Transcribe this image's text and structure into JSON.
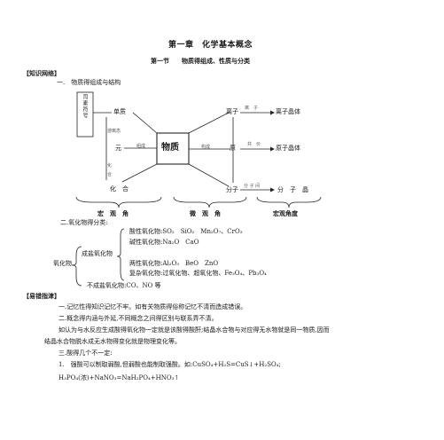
{
  "title": "第一章　化学基本概念",
  "section": "第一节　　物质得组成、性质与分类",
  "knowledge_header": "【知识网络】",
  "part1": "一.　物质得组成与结构",
  "diagram": {
    "left_box": "司素符号",
    "center_box": "物质",
    "element": "单质",
    "yuan": "元",
    "compound": "化　合",
    "ion": "离子",
    "atom": "原",
    "molecule": "分子",
    "ionic_crystal": "离子晶体",
    "atomic_crystal": "原子晶体",
    "molecular_crystal": "分　子　晶",
    "lbl_free": "游离态",
    "lbl_compose": "组成",
    "lbl_hua": "化",
    "lbl_he": "合",
    "lbl_construct": "构成",
    "lbl_lizi": "离　子",
    "lbl_gongjia": "共　价",
    "lbl_fenzijian": "分 子 间",
    "brace_left": "宏　观　角",
    "brace_mid": "微　观　角",
    "brace_right": "宏观角度"
  },
  "part2": "二.氧化物得分类:",
  "oxides": {
    "root": "氧化物",
    "salt_forming": "成盐氧化物",
    "acidic": "酸性氧化物:SO₂　SiO₂　Mn₂O₇、CrO₃",
    "basic": "碱性氧化物:Na₂O　CaO",
    "amphoteric": "两性氧化物:Al₂O₃　BeO　ZnO",
    "complex": "复杂氧化物:过氧化物、超氧化物、Fe₃O₄、Pb₃O₄",
    "non_salt": "不成盐氧化物:CO、NO 等"
  },
  "pitfall_header": "【易错指津】",
  "pitfalls": [
    "一.记忆性得知识记忆不牢。如有关物质得俗称记忆不清而造成错误。",
    "二.概念得内涵与外延,不同概念之间得区别与联系弄不清。",
    "如认为与水反应生成酸得氧化物一定就是该酸得酸酐;结晶水合物与对应得无水物就是同一物质,因而",
    "结晶水合物脱水成无水物得变化就是物理变化等。",
    "三.酸得几个不一定:",
    "1.　强酸可以制取弱酸,但弱酸也能制取强酸。如:CuSO₄+H₂S=CuS↓+H₂SO₄;",
    "H₃PO₄(浓)+NaNO₃=NaH₂PO₄+HNO₃↑"
  ]
}
